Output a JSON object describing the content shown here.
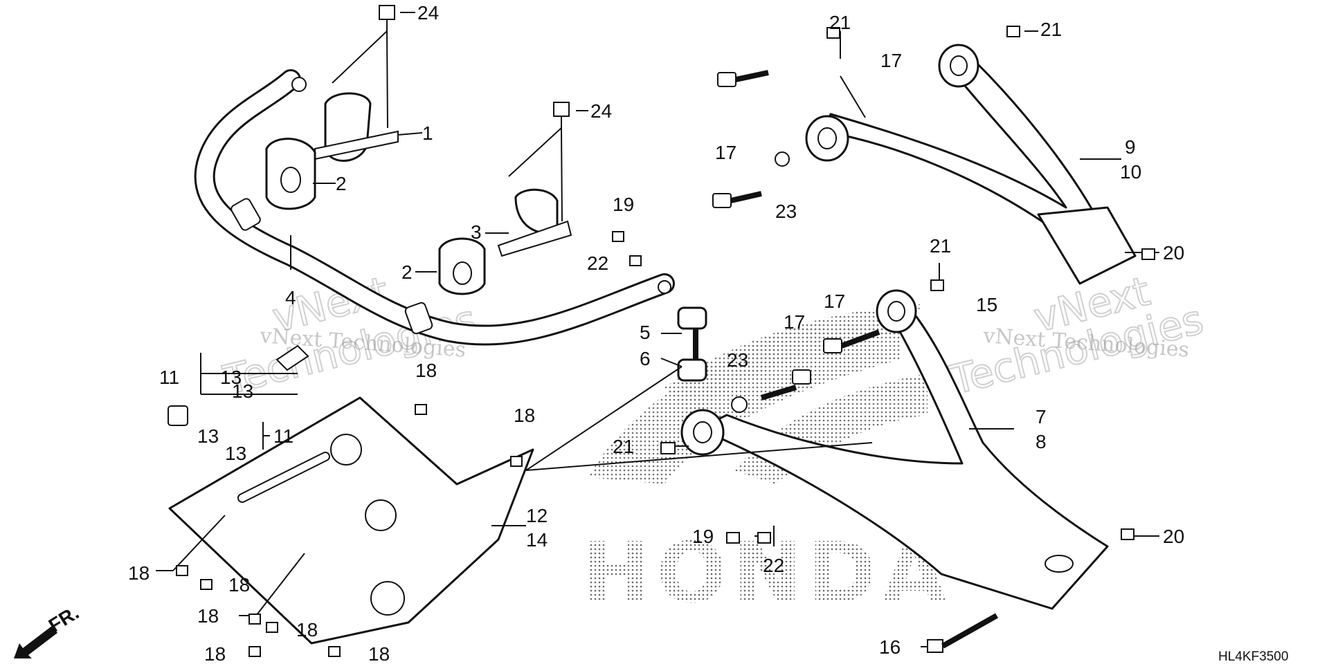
{
  "diagram": {
    "reference_code": "HL4KF3500",
    "direction_label": "FR.",
    "watermark": {
      "line1": "vNext",
      "line2": "Technologies",
      "full": "vNext Technologies"
    },
    "brand_mark": "HONDA"
  },
  "callouts": {
    "c1": "1",
    "c2a": "2",
    "c2b": "2",
    "c3": "3",
    "c4": "4",
    "c5": "5",
    "c6": "6",
    "c7": "7",
    "c8": "8",
    "c9": "9",
    "c10": "10",
    "c11a": "11",
    "c11b": "11",
    "c12": "12",
    "c13a": "13",
    "c13b": "13",
    "c13c": "13",
    "c13d": "13",
    "c14": "14",
    "c15": "15",
    "c16": "16",
    "c17a": "17",
    "c17b": "17",
    "c17c": "17",
    "c17d": "17",
    "c18a": "18",
    "c18b": "18",
    "c18c": "18",
    "c18d": "18",
    "c18e": "18",
    "c18f": "18",
    "c18g": "18",
    "c18h": "18",
    "c19a": "19",
    "c19b": "19",
    "c20a": "20",
    "c20b": "20",
    "c21a": "21",
    "c21b": "21",
    "c21c": "21",
    "c21d": "21",
    "c22a": "22",
    "c22b": "22",
    "c23a": "23",
    "c23b": "23",
    "c24a": "24",
    "c24b": "24"
  }
}
